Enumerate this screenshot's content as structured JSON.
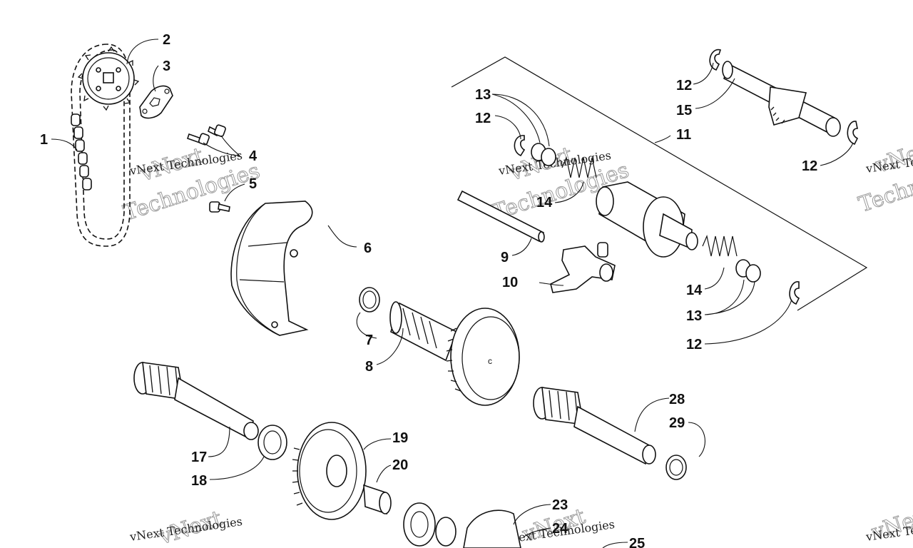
{
  "watermark": {
    "brand_line1": "vNext",
    "brand_line2": "Technologies",
    "brand_full": "vNext Technologies"
  },
  "callouts": {
    "p1": "1",
    "p2": "2",
    "p3": "3",
    "p4": "4",
    "p5": "5",
    "p6": "6",
    "p7": "7",
    "p8": "8",
    "p9": "9",
    "p10": "10",
    "p11": "11",
    "p12a": "12",
    "p12b": "12",
    "p12c": "12",
    "p12d": "12",
    "p13a": "13",
    "p13b": "13",
    "p14a": "14",
    "p14b": "14",
    "p15": "15",
    "p17": "17",
    "p18": "18",
    "p19": "19",
    "p20": "20",
    "p23": "23",
    "p24": "24",
    "p25": "25",
    "p28": "28",
    "p29": "29"
  }
}
